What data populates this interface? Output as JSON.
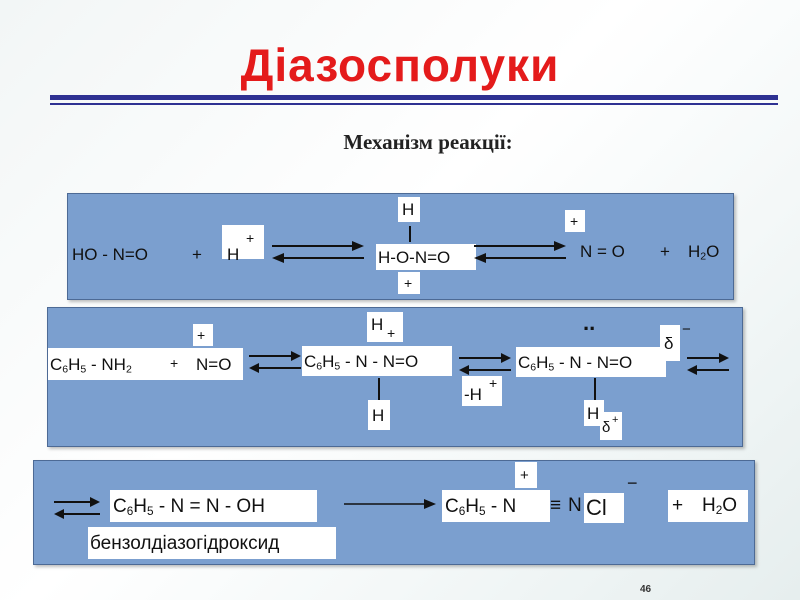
{
  "title": "Діазосполуки",
  "subtitle": "Механізм реакції:",
  "page_number": "46",
  "row1": {
    "reactant": "HO - N=O",
    "plus1": "+",
    "proton": "H",
    "proton_charge": "+",
    "h_top": "H",
    "intermediate": "H-O-N=O",
    "inter_charge": "+",
    "nitrosonium_charge": "+",
    "nitrosonium": "N = O",
    "plus2": "+",
    "water_h": "H",
    "water_2": "2",
    "water_o": "O"
  },
  "row2": {
    "aniline_c": "C",
    "aniline_6": "6",
    "aniline_h": "H",
    "aniline_5": "5",
    "aniline_rest": " - NH",
    "aniline_2": "2",
    "plus": "+",
    "no_charge": "+",
    "no": "N=O",
    "h_top": "H",
    "h_top_charge": "+",
    "ion_c": "C",
    "ion_6": "6",
    "ion_h": "H",
    "ion_5": "5",
    "ion_rest": " - N - N=O",
    "h_bottom": "H",
    "minus_h": "-H",
    "minus_h_charge": "+",
    "lone_pair": "..",
    "delta_minus": "δ",
    "delta_minus_sign": "−",
    "nitro_c": "C",
    "nitro_6": "6",
    "nitro_h": "H",
    "nitro_5": "5",
    "nitro_rest": " - N - N=O",
    "h_bottom2": "H",
    "delta_plus": "δ",
    "delta_plus_sign": "+"
  },
  "row3": {
    "hyd_c": "C",
    "hyd_6": "6",
    "hyd_h": "H",
    "hyd_5": "5",
    "hyd_rest": " - N = N - OH",
    "hyd_name": "бензолдіазогідроксид",
    "salt_charge": "+",
    "salt_c": "C",
    "salt_6": "6",
    "salt_h": "H",
    "salt_5": "5",
    "salt_rest": " - N ",
    "triple": "≡",
    "salt_n": "N",
    "salt_cl": "Cl",
    "cl_charge": "−",
    "plus": "+",
    "water_h": "H",
    "water_2": "2",
    "water_o": "O"
  }
}
